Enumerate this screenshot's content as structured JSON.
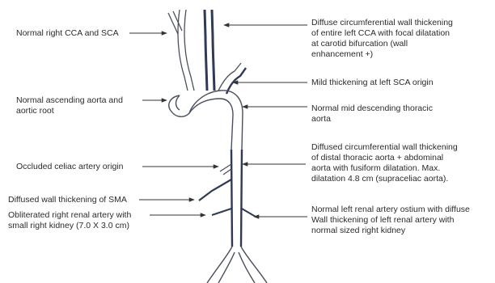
{
  "colors": {
    "vessel_outline": "#4a4f5e",
    "vessel_fill": "#ffffff",
    "thickened_wall": "#2f3a55",
    "text": "#2b2b2b",
    "leader_line": "#333333"
  },
  "labels": {
    "right_cca_sca": "Normal right CCA and SCA",
    "left_cca": "Diffuse circumferential wall thickening\nof entire left CCA with focal dilatation\nat carotid bifurcation (wall\nenhancement +)",
    "left_sca": "Mild thickening at left SCA origin",
    "ascending_aorta": "Normal ascending aorta and\naortic root",
    "mid_descending": "Normal mid descending thoracic\naorta",
    "celiac": "Occluded celiac artery origin",
    "distal_aorta": "Diffused circumferential wall thickening\nof distal thoracic aorta + abdominal\naorta with fusiform dilatation. Max.\ndilatation 4.8 cm (supraceliac aorta).",
    "sma": "Diffused wall thickening of SMA",
    "right_renal": "Obliterated right renal artery with\nsmall right kidney (7.0 X 3.0 cm)",
    "left_renal": "Normal left renal artery ostium with diffuse\nWall thickening of left renal artery with\nnormal sized right kidney"
  },
  "icons": {
    "arrowhead": "arrowhead-icon"
  }
}
